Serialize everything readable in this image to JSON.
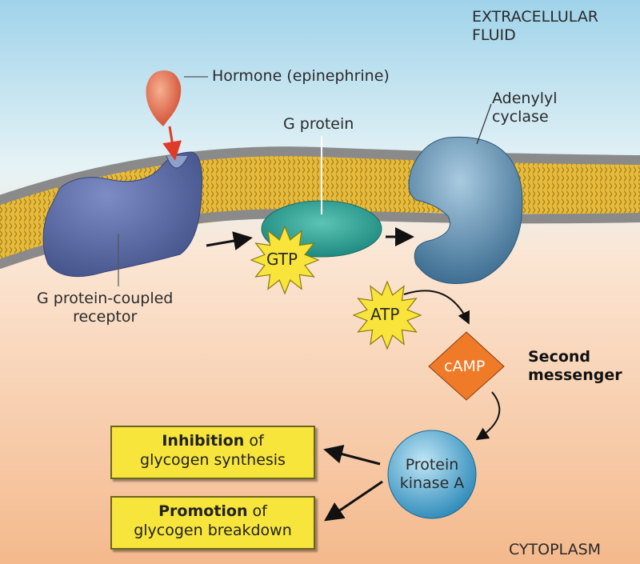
{
  "labels": {
    "extracellular": [
      "EXTRACELLULAR",
      "FLUID"
    ],
    "hormone": "Hormone (epinephrine)",
    "g_protein": "G protein",
    "adenylyl_cyclase": [
      "Adenylyl",
      "cyclase"
    ],
    "receptor": [
      "G protein-coupled",
      "receptor"
    ],
    "gtp": "GTP",
    "atp": "ATP",
    "camp": "cAMP",
    "second_messenger": [
      "Second",
      "messenger"
    ],
    "pka": [
      "Protein",
      "kinase A"
    ],
    "cytoplasm": "CYTOPLASM"
  },
  "outcomes": [
    {
      "bold": "Inhibition",
      "rest": " of",
      "line2": "glycogen synthesis"
    },
    {
      "bold": "Promotion",
      "rest": " of",
      "line2": "glycogen breakdown"
    }
  ],
  "colors": {
    "extracellular": "#cfe9f2",
    "cytoplasm": "#f6c9a0",
    "membrane": "#e2b43a",
    "receptor": "#5a6aa5",
    "g_protein": "#2fa59a",
    "adenylyl_cyclase": "#5f8fb0",
    "star": "#f8e43a",
    "camp": "#ef7a28",
    "pka": "#3f9ec8",
    "box": "#f7e53c"
  }
}
